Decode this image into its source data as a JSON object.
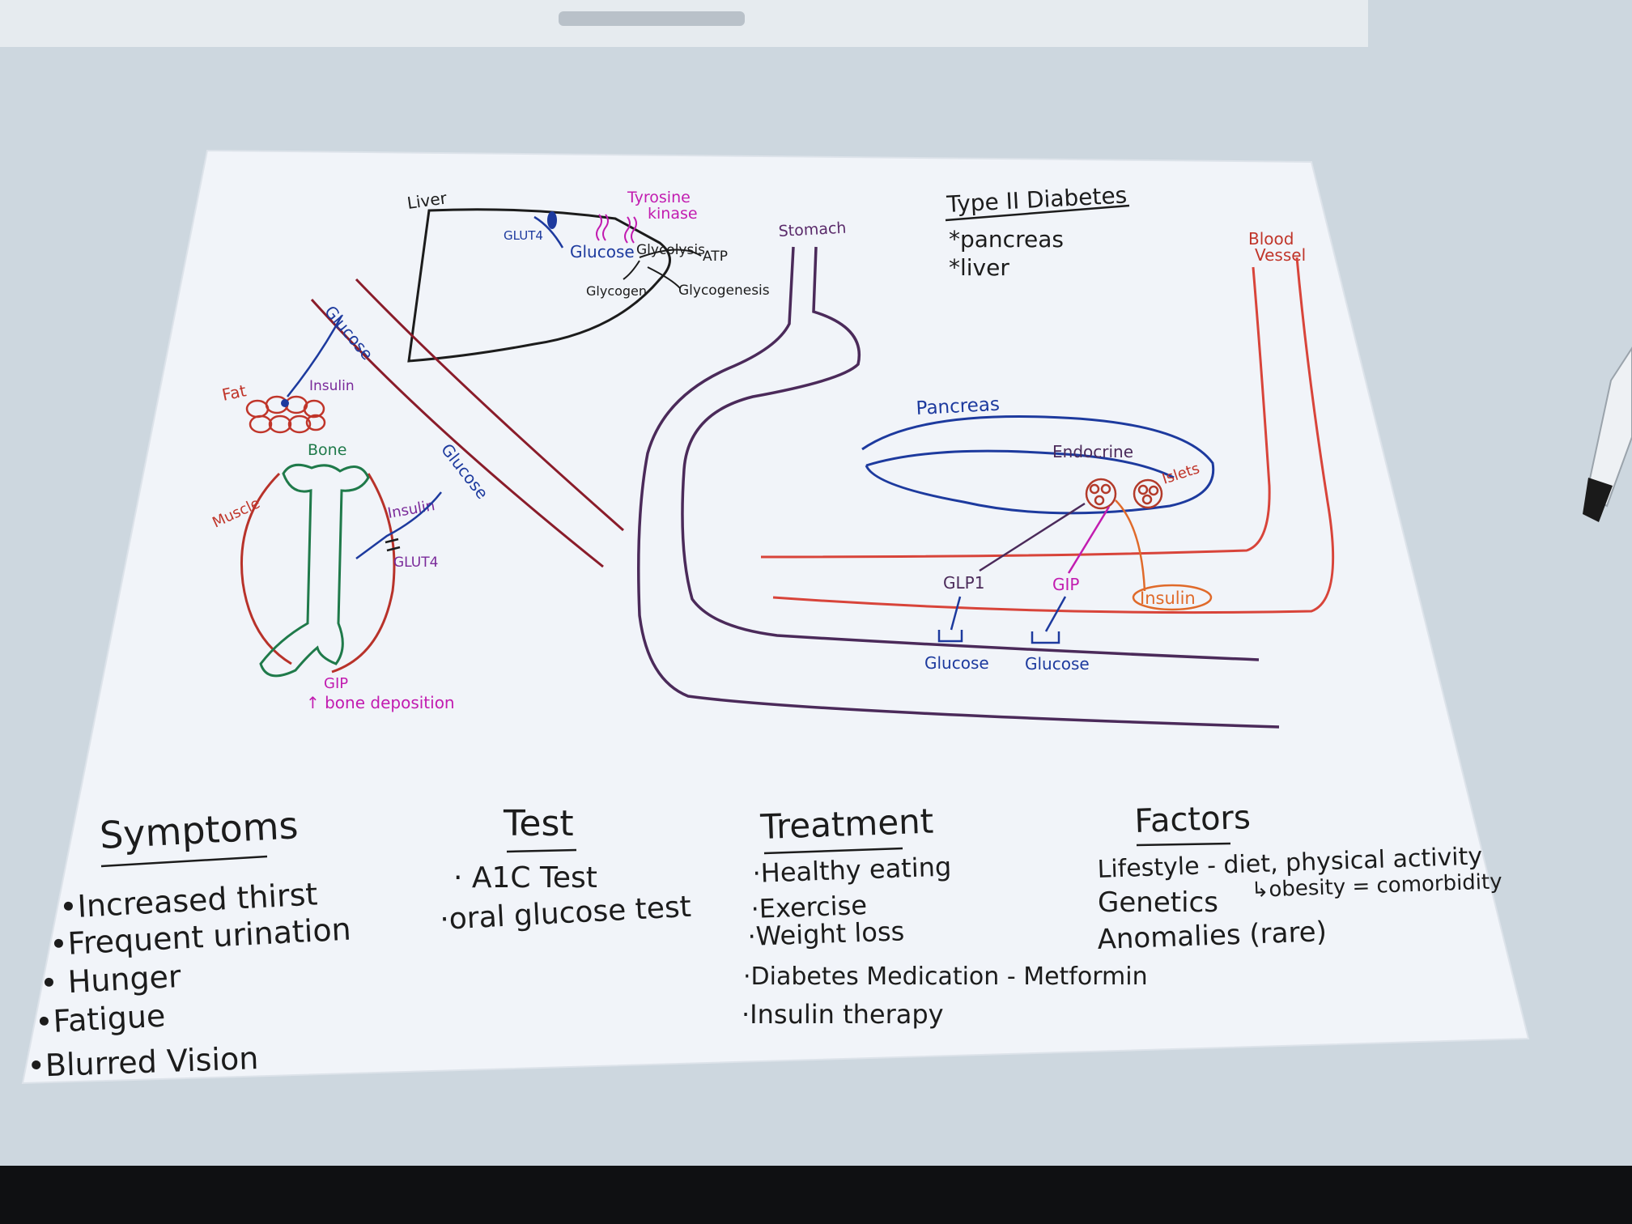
{
  "title": {
    "text": "Type II Diabetes",
    "items": [
      "*pancreas",
      "*liver"
    ]
  },
  "liver": {
    "label": "Liver",
    "glut4": "GLUT4",
    "tyrosine_kinase": [
      "Tyrosine",
      "kinase"
    ],
    "glucose": "Glucose",
    "glycolysis": "Glycolysis",
    "atp": "ATP",
    "glycogen": "Glycogen",
    "glycogenesis": "Glycogenesis"
  },
  "vessel_left": {
    "glucose_upper": "Glucose",
    "glucose_lower": "Glucose"
  },
  "fat": {
    "label": "Fat",
    "insulin": "Insulin"
  },
  "muscle": {
    "label": "Muscle",
    "bone": "Bone",
    "insulin": "Insulin",
    "glut4": "GLUT4",
    "gip": "GIP",
    "bone_deposition": "↑ bone deposition"
  },
  "stomach": {
    "label": "Stomach"
  },
  "pancreas": {
    "label": "Pancreas",
    "endocrine": "Endocrine",
    "islets": "Islets",
    "insulin": "Insulin"
  },
  "blood_vessel": {
    "label": [
      "Blood",
      "Vessel"
    ]
  },
  "intestine": {
    "glp1": "GLP1",
    "gip": "GIP",
    "glucose_1": "Glucose",
    "glucose_2": "Glucose"
  },
  "sections": {
    "symptoms": {
      "heading": "Symptoms",
      "items": [
        "•Increased thirst",
        "•Frequent urination",
        "• Hunger",
        "•Fatigue",
        "•Blurred Vision"
      ]
    },
    "test": {
      "heading": "Test",
      "items": [
        "·  A1C Test",
        "·oral glucose test"
      ]
    },
    "treatment": {
      "heading": "Treatment",
      "items": [
        "·Healthy eating",
        "·Exercise",
        "·Weight loss",
        "·Diabetes Medication - Metformin",
        "·Insulin therapy"
      ]
    },
    "factors": {
      "heading": "Factors",
      "items": [
        "Lifestyle - diet, physical activity",
        "Genetics",
        "Anomalies (rare)"
      ],
      "note": "↳obesity = comorbidity"
    }
  },
  "colors": {
    "paper": "#f1f4f9",
    "black": "#1c1c1c",
    "blue": "#1d3a9e",
    "purple": "#7a2a9a",
    "magenta": "#c21cb0",
    "red": "#c0352a",
    "green": "#1f7a4a",
    "orange": "#e06a2a"
  }
}
